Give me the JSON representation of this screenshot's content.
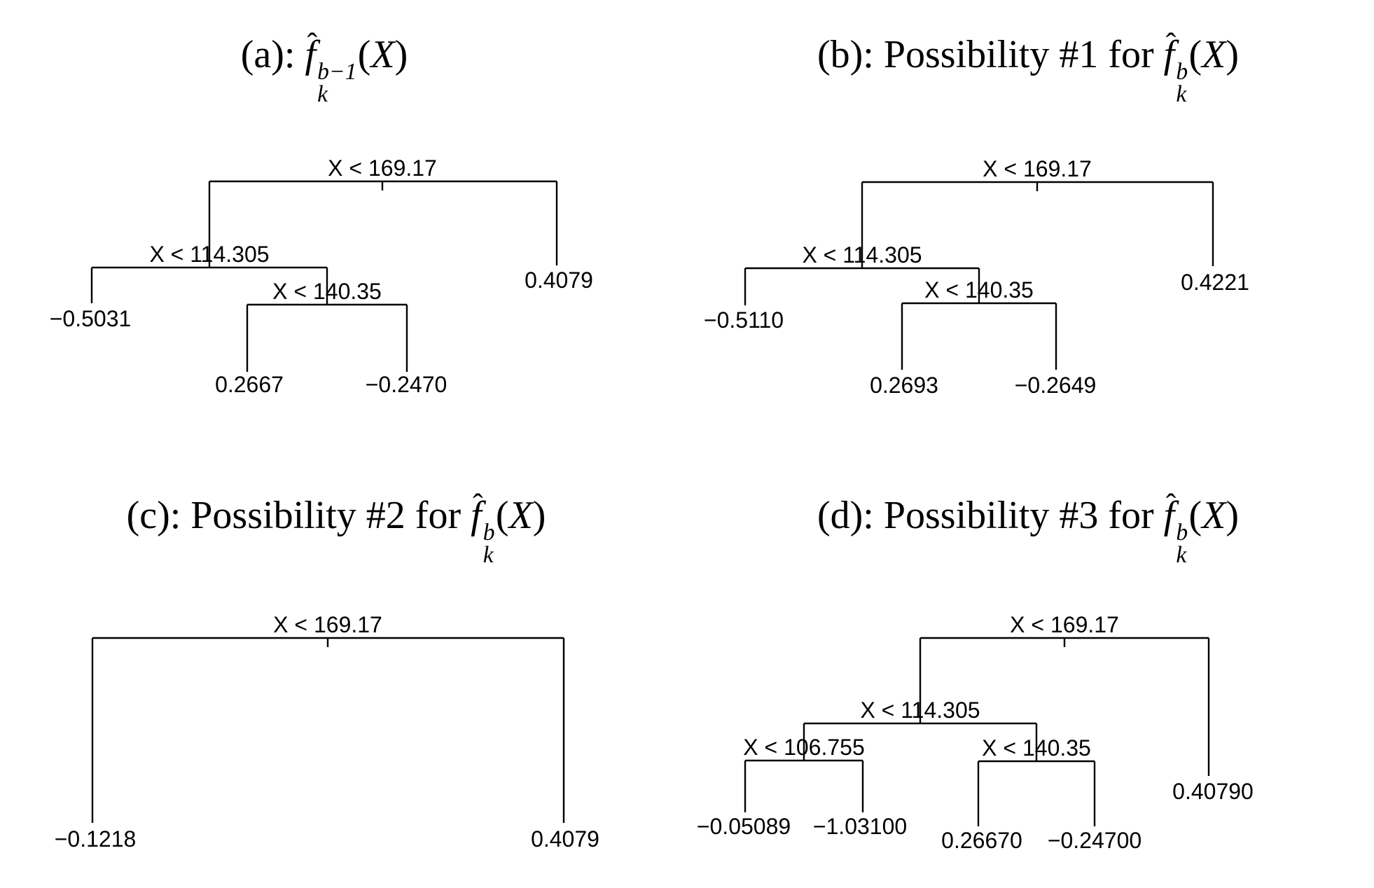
{
  "math": {
    "f": "f",
    "hat": "ˆ",
    "sub": "k",
    "open": "(",
    "X": "X",
    "close": ")"
  },
  "panels": {
    "a": {
      "title": {
        "prefix": "(a): ",
        "sup": "b−1"
      },
      "splits": [
        "X < 169.17",
        "X < 114.305",
        "X < 140.35"
      ],
      "leaves": [
        "−0.5031",
        "0.2667",
        "−0.2470",
        "0.4079"
      ]
    },
    "b": {
      "title": {
        "prefix": "(b): Possibility #1 for ",
        "sup": "b"
      },
      "splits": [
        "X < 169.17",
        "X < 114.305",
        "X < 140.35"
      ],
      "leaves": [
        "−0.5110",
        "0.2693",
        "−0.2649",
        "0.4221"
      ]
    },
    "c": {
      "title": {
        "prefix": "(c): Possibility #2 for ",
        "sup": "b"
      },
      "splits": [
        "X < 169.17"
      ],
      "leaves": [
        "−0.1218",
        "0.4079"
      ]
    },
    "d": {
      "title": {
        "prefix": "(d): Possibility #3 for ",
        "sup": "b"
      },
      "splits": [
        "X < 169.17",
        "X < 114.305",
        "X < 106.755",
        "X < 140.35"
      ],
      "leaves": [
        "−0.05089",
        "−1.03100",
        "0.26670",
        "−0.24700",
        "0.40790"
      ]
    }
  },
  "chart_data": [
    {
      "type": "tree",
      "panel": "a",
      "title": "(a): f̂_k^(b−1)(X)",
      "root": {
        "split": "X < 169.17",
        "left": {
          "split": "X < 114.305",
          "left": {
            "leaf": "−0.5031"
          },
          "right": {
            "split": "X < 140.35",
            "left": {
              "leaf": "0.2667"
            },
            "right": {
              "leaf": "−0.2470"
            }
          }
        },
        "right": {
          "leaf": "0.4079"
        }
      }
    },
    {
      "type": "tree",
      "panel": "b",
      "title": "(b): Possibility #1 for f̂_k^b(X)",
      "root": {
        "split": "X < 169.17",
        "left": {
          "split": "X < 114.305",
          "left": {
            "leaf": "−0.5110"
          },
          "right": {
            "split": "X < 140.35",
            "left": {
              "leaf": "0.2693"
            },
            "right": {
              "leaf": "−0.2649"
            }
          }
        },
        "right": {
          "leaf": "0.4221"
        }
      }
    },
    {
      "type": "tree",
      "panel": "c",
      "title": "(c): Possibility #2 for f̂_k^b(X)",
      "root": {
        "split": "X < 169.17",
        "left": {
          "leaf": "−0.1218"
        },
        "right": {
          "leaf": "0.4079"
        }
      }
    },
    {
      "type": "tree",
      "panel": "d",
      "title": "(d): Possibility #3 for f̂_k^b(X)",
      "root": {
        "split": "X < 169.17",
        "left": {
          "split": "X < 114.305",
          "left": {
            "split": "X < 106.755",
            "left": {
              "leaf": "−0.05089"
            },
            "right": {
              "leaf": "−1.03100"
            }
          },
          "right": {
            "split": "X < 140.35",
            "left": {
              "leaf": "0.26670"
            },
            "right": {
              "leaf": "−0.24700"
            }
          }
        },
        "right": {
          "leaf": "0.40790"
        }
      }
    }
  ]
}
